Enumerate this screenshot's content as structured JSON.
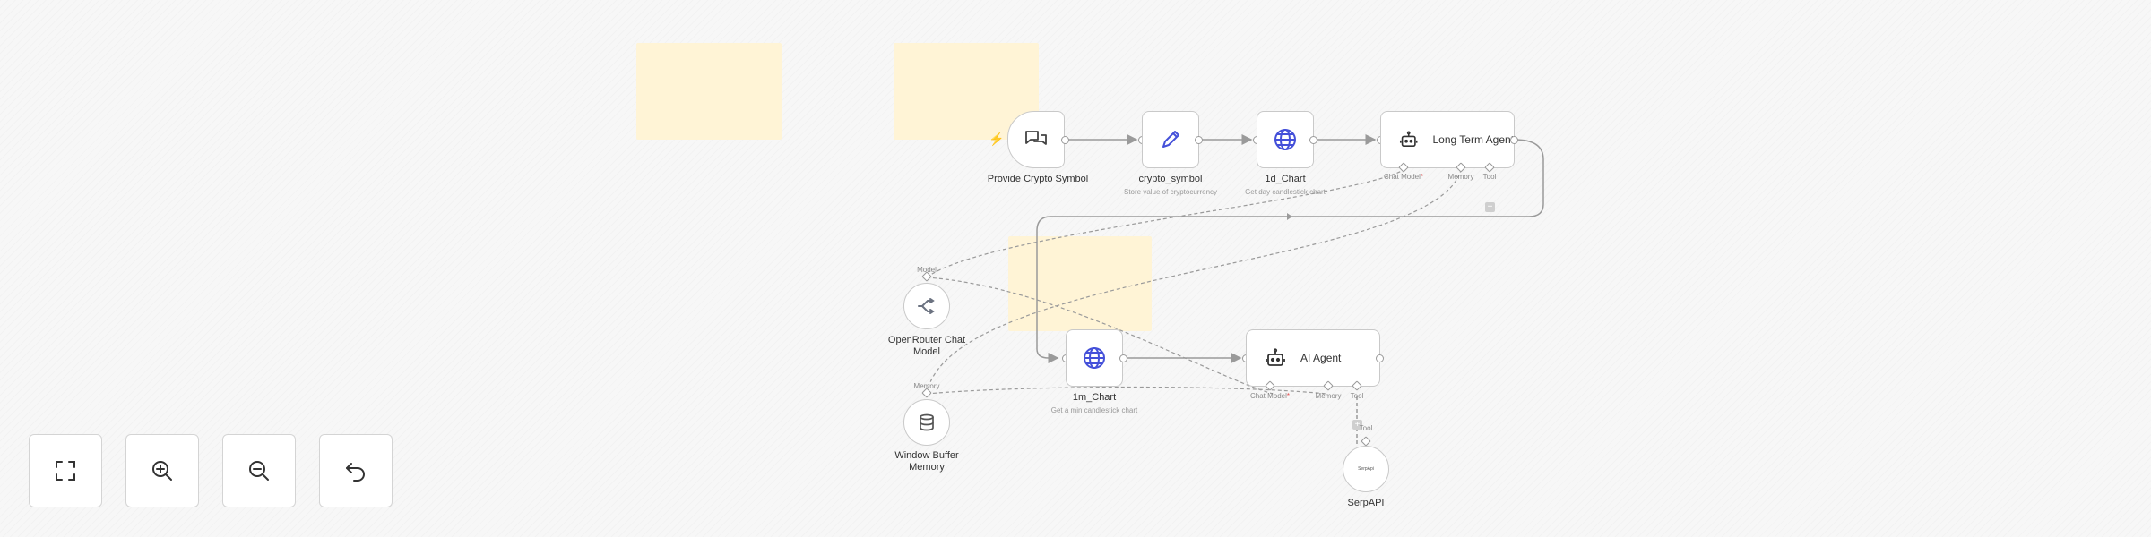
{
  "nodes": {
    "provide_crypto_symbol": {
      "label": "Provide Crypto Symbol"
    },
    "crypto_symbol": {
      "label": "crypto_symbol",
      "subtitle": "Store value of cryptocurrency"
    },
    "chart_1d": {
      "label": "1d_Chart",
      "subtitle": "Get day candlestick chart"
    },
    "long_term_agent": {
      "label": "Long Term Agent"
    },
    "openrouter_chat_model": {
      "label_line1": "OpenRouter Chat",
      "label_line2": "Model"
    },
    "window_buffer_memory": {
      "label_line1": "Window Buffer",
      "label_line2": "Memory"
    },
    "chart_1m": {
      "label": "1m_Chart",
      "subtitle": "Get a min candlestick chart"
    },
    "ai_agent": {
      "label": "AI Agent"
    },
    "serpapi": {
      "label": "SerpAPI",
      "icon_text": "SerpApi"
    }
  },
  "ports": {
    "chat_model": "Chat Model",
    "required_marker": "*",
    "memory": "Memory",
    "tool": "Tool",
    "model": "Model",
    "add": "+"
  },
  "controls": {
    "fit_view": "fit-view",
    "zoom_in": "zoom-in",
    "zoom_out": "zoom-out",
    "undo": "undo"
  },
  "colors": {
    "sticky_note": "#fff4d6",
    "trigger_accent": "#ff6d5a",
    "http_icon": "#4450d9",
    "edit_icon": "#4450d9",
    "connection": "#9a9a9a"
  }
}
